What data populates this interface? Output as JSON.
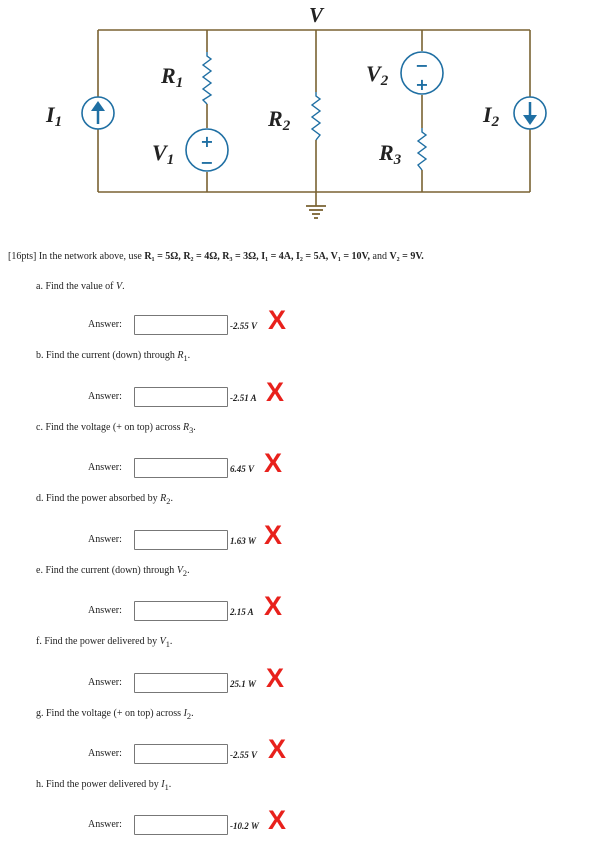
{
  "circuit": {
    "node_label": "V",
    "r1": {
      "letter": "R",
      "sub": "1"
    },
    "r2": {
      "letter": "R",
      "sub": "2"
    },
    "r3": {
      "letter": "R",
      "sub": "3"
    },
    "v1": {
      "letter": "V",
      "sub": "1"
    },
    "v2": {
      "letter": "V",
      "sub": "2"
    },
    "i1": {
      "letter": "I",
      "sub": "1"
    },
    "i2": {
      "letter": "I",
      "sub": "2"
    },
    "plus": "+",
    "minus": "−"
  },
  "problem": {
    "points": "[16pts]",
    "text_a": " In the network above, use ",
    "r1v": "R₁ = 5Ω, ",
    "r2v": "R₂ = 4Ω, ",
    "r3v": "R₃ = 3Ω, ",
    "i1v": "I₁ = 4A, ",
    "i2v": "I₂ = 5A, ",
    "v1v": "V₁ = 10V, ",
    "text_and": "and ",
    "v2v": "V₂ = 9V."
  },
  "answer_label": "Answer:",
  "wrong_mark": "X",
  "questions": [
    {
      "text": "a. Find the value of ",
      "var": "V",
      "sub": "",
      "tail": ".",
      "answer": "-2.55 V"
    },
    {
      "text": "b. Find the current (down) through ",
      "var": "R",
      "sub": "1",
      "tail": ".",
      "answer": "-2.51 A"
    },
    {
      "text": "c. Find the voltage (+ on top) across ",
      "var": "R",
      "sub": "3",
      "tail": ".",
      "answer": "6.45 V"
    },
    {
      "text": "d. Find the power absorbed by ",
      "var": "R",
      "sub": "2",
      "tail": ".",
      "answer": "1.63 W"
    },
    {
      "text": "e. Find the current (down) through ",
      "var": "V",
      "sub": "2",
      "tail": ".",
      "answer": "2.15 A"
    },
    {
      "text": "f. Find the power delivered by ",
      "var": "V",
      "sub": "1",
      "tail": ".",
      "answer": "25.1 W"
    },
    {
      "text": "g. Find the voltage (+ on top) across ",
      "var": "I",
      "sub": "2",
      "tail": ".",
      "answer": "-2.55 V"
    },
    {
      "text": "h. Find the power delivered by ",
      "var": "I",
      "sub": "1",
      "tail": ".",
      "answer": "-10.2 W"
    }
  ],
  "colors": {
    "wire": "#7a6232",
    "element": "#1f6fa3",
    "wrong": "#e8211c"
  }
}
